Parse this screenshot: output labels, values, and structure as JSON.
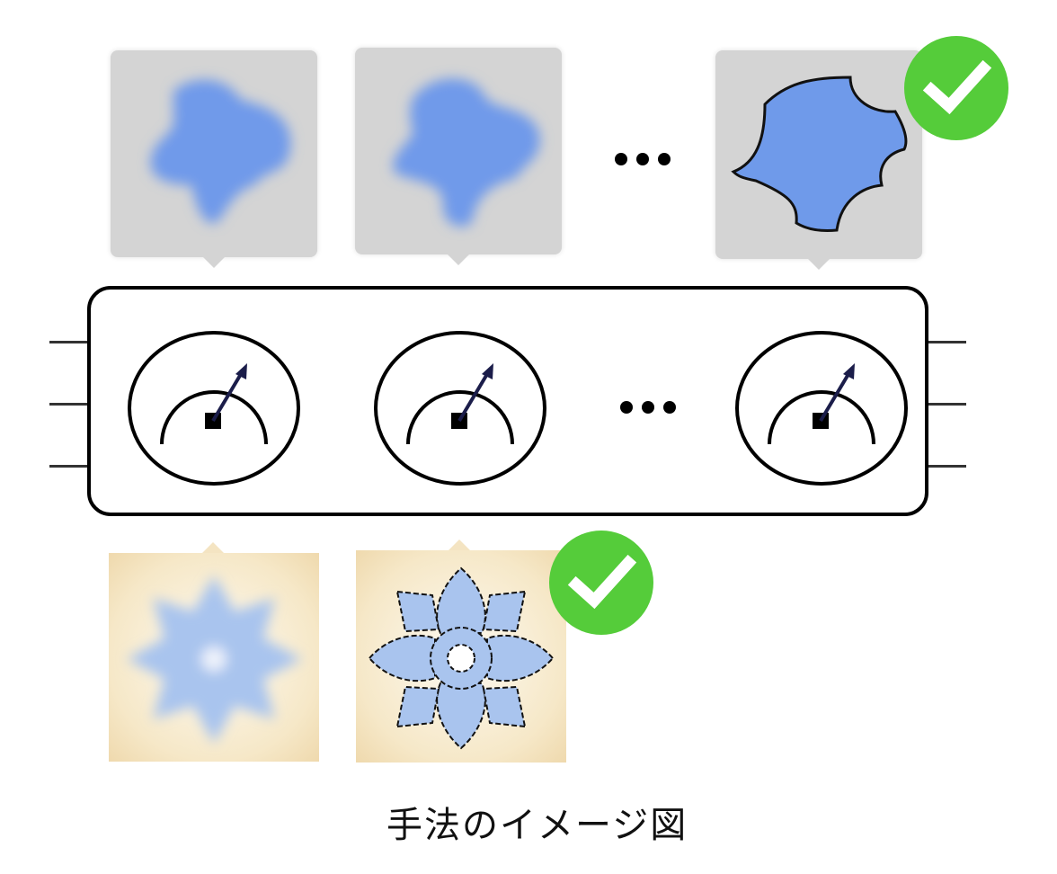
{
  "caption": "手法のイメージ図",
  "top_row": {
    "candidates": [
      {
        "id": "candidate-1",
        "state": "blurred",
        "shape": "blob",
        "fill": "#6f9aea"
      },
      {
        "id": "candidate-2",
        "state": "blurred",
        "shape": "blob",
        "fill": "#6f9aea"
      },
      {
        "id": "candidate-n",
        "state": "sharp",
        "shape": "concave-gear",
        "fill": "#6f9aea",
        "badge": "check-icon"
      }
    ],
    "ellipsis": "•••",
    "card_color": "#d4d4d4"
  },
  "middle_panel": {
    "gauges": [
      {
        "id": "gauge-1",
        "icon": "gauge-icon"
      },
      {
        "id": "gauge-2",
        "icon": "gauge-icon"
      },
      {
        "id": "gauge-n",
        "icon": "gauge-icon"
      }
    ],
    "ellipsis": "•••",
    "left_stubs": 3,
    "right_stubs": 3
  },
  "bottom_row": {
    "candidates": [
      {
        "id": "flower-1",
        "state": "blurred",
        "shape": "eight-point-star",
        "fill": "#a9c4ee"
      },
      {
        "id": "flower-2",
        "state": "sharp",
        "shape": "eight-petal-flower",
        "fill": "#a9c4ee",
        "badge": "check-icon"
      }
    ],
    "card_color": "#f4e4c2"
  },
  "colors": {
    "check_badge": "#55cc3a",
    "shape_blue": "#6f9aea",
    "flower_blue": "#a9c4ee",
    "needle": "#1b1d4a"
  }
}
